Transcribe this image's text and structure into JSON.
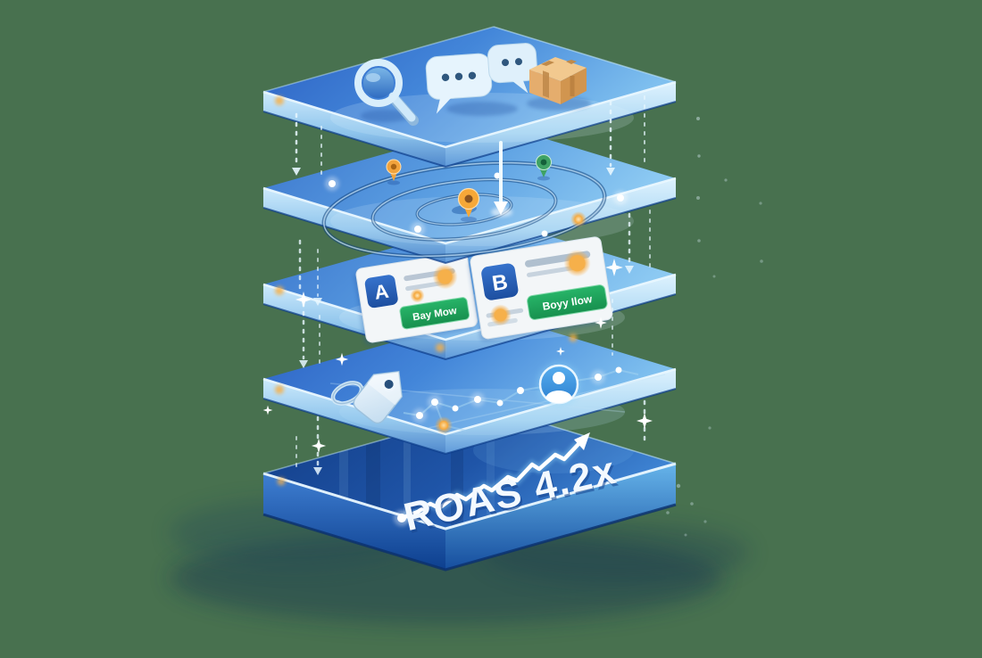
{
  "background_color": "#48714f",
  "stack": {
    "description_icons": [
      "search-icon",
      "chat-bubbles-icon",
      "package-box-icon",
      "radar-rings-icon",
      "location-pin-orange-small",
      "location-pin-orange-large",
      "location-pin-green",
      "price-tag-icon",
      "user-avatar-icon",
      "trend-arrow-chart-icon",
      "light-beam-arrow-icon",
      "sparkle-icon"
    ],
    "layers": [
      {
        "id": "layer-1",
        "icons": [
          "search-icon",
          "chat-bubbles-icon",
          "package-box-icon"
        ]
      },
      {
        "id": "layer-2",
        "icons": [
          "radar-rings-icon",
          "location-pin-orange-small",
          "location-pin-orange-large",
          "location-pin-green"
        ]
      },
      {
        "id": "layer-3",
        "cards": [
          {
            "badge": "A",
            "button_label": "Bay Mow"
          },
          {
            "badge": "B",
            "button_label": "Boyy Ilow"
          }
        ]
      },
      {
        "id": "layer-4",
        "icons": [
          "price-tag-icon",
          "user-avatar-icon"
        ]
      },
      {
        "id": "layer-5",
        "label": "ROAS 4.2x",
        "icons": [
          "trend-arrow-chart-icon"
        ]
      }
    ]
  },
  "colors": {
    "background_green": "#48714f",
    "layer_blue_dark": "#2b5fc2",
    "layer_blue_light": "#7fc0ef",
    "bottom_slab_navy": "#123c85",
    "glass_edge_light": "#eaf8ff",
    "card_white": "#f3f6f8",
    "badge_blue": "#2a62b8",
    "buy_button_green": "#1fa45c",
    "orb_orange": "#f5a93e",
    "box_tan": "#e5ad6d",
    "pin_orange": "#f2a33c",
    "pin_green": "#3fa265",
    "avatar_blue": "#3f97e0",
    "roas_text_white": "#f3f9ff"
  }
}
